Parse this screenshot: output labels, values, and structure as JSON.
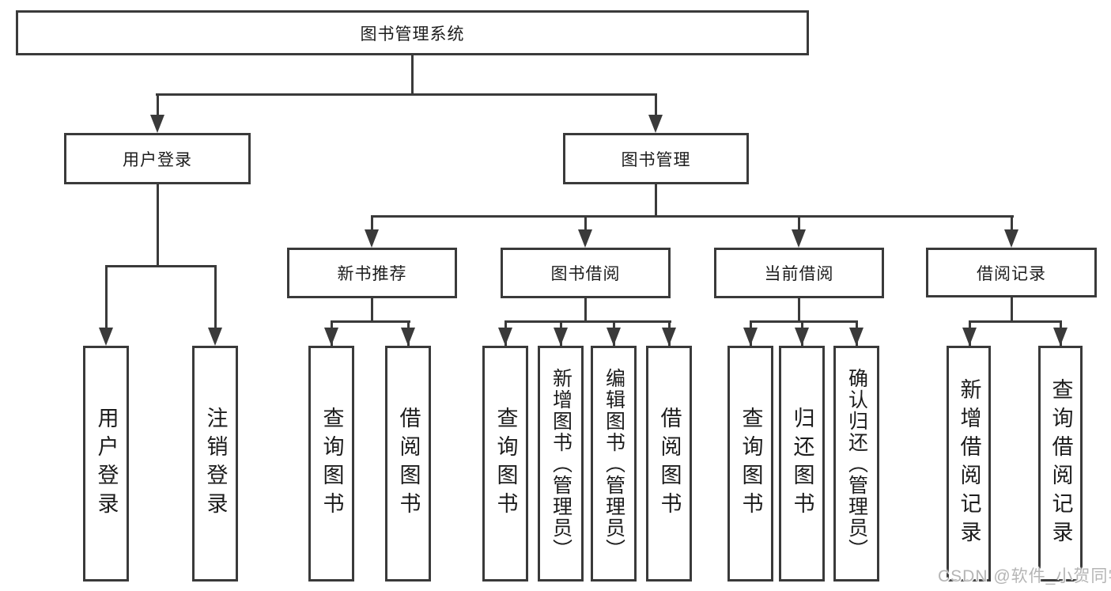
{
  "tree": {
    "label": "图书管理系统",
    "children": [
      {
        "label": "用户登录",
        "children": [
          {
            "label": "用户登录"
          },
          {
            "label": "注销登录"
          }
        ]
      },
      {
        "label": "图书管理",
        "children": [
          {
            "label": "新书推荐",
            "children": [
              {
                "label": "查询图书"
              },
              {
                "label": "借阅图书"
              }
            ]
          },
          {
            "label": "图书借阅",
            "children": [
              {
                "label": "查询图书"
              },
              {
                "label": "新增图书（管理员）"
              },
              {
                "label": "编辑图书（管理员）"
              },
              {
                "label": "借阅图书"
              }
            ]
          },
          {
            "label": "当前借阅",
            "children": [
              {
                "label": "查询图书"
              },
              {
                "label": "归还图书"
              },
              {
                "label": "确认归还（管理员）"
              }
            ]
          },
          {
            "label": "借阅记录",
            "children": [
              {
                "label": "新增借阅记录"
              },
              {
                "label": "查询借阅记录"
              }
            ]
          }
        ]
      }
    ]
  },
  "watermark": "CSDN @软件_小贺同学",
  "colors": {
    "line": "#3a3a3a",
    "text": "#1c1c1c",
    "watermark": "#b5b5b5",
    "background": "#ffffff"
  }
}
